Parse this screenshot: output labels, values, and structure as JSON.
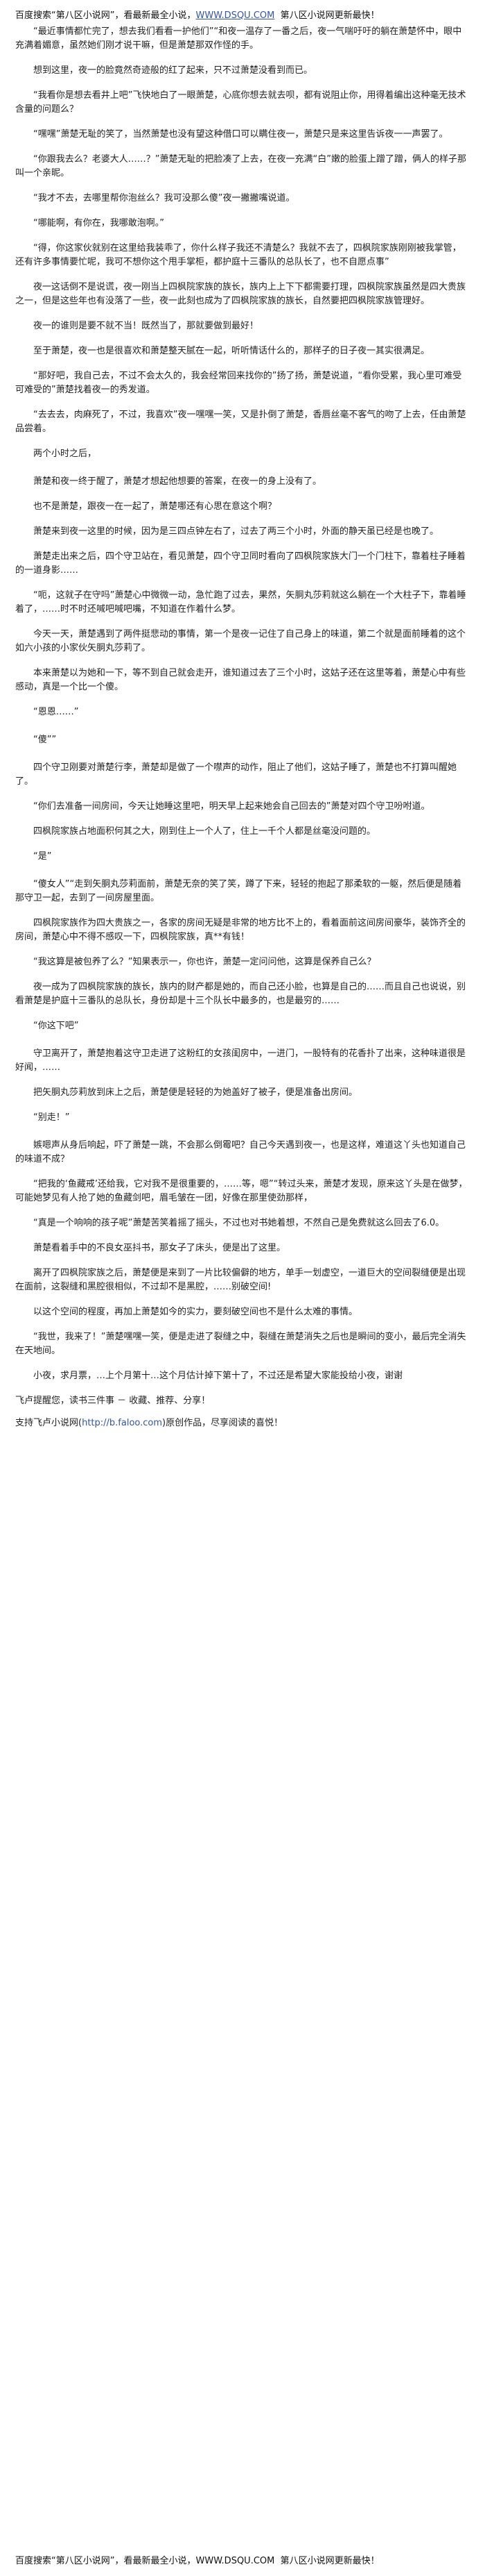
{
  "top_banner": {
    "prefix": "百度搜索“第八区小说网”，看最新最全小说，",
    "domain": "WWW.DSQU.COM",
    "suffix": "第八区小说网更新最快！"
  },
  "paragraphs": [
    "“最近事情都忙完了，想去我们看看一护他们”“和夜一温存了一番之后，夜一气喘吁吁的躺在萧楚怀中，眼中充满着媚意，虽然她们刚才说干嘛，但是萧楚那双作怪的手。",
    "想到这里，夜一的脸竟然奇迹般的红了起来，只不过萧楚没看到而已。",
    "“我看你是想去看井上吧”飞快地白了一眼萧楚，心底你想去就去呗，都有说阻止你，用得着编出这种毫无技术含量的问题么？",
    "“嘿嘿”萧楚无耻的笑了，当然萧楚也没有望这种借口可以瞒住夜一，萧楚只是来这里告诉夜一一声罢了。",
    "“你跟我去么？老婆大人……？”萧楚无耻的把脸凑了上去，在夜一充满“白”嫩的脸蛋上蹭了蹭，俩人的样子那叫一个亲昵。",
    "“我才不去，去哪里帮你泡丝么？我可没那么傻”夜一撇撇嘴说道。",
    "“哪能啊，有你在，我哪敢泡啊。”",
    "“得，你这家伙就别在这里给我装乖了，你什么样子我还不清楚么？我就不去了，四枫院家族刚刚被我掌管，还有许多事情要忙呢，我可不想你这个甩手掌柜，都护庭十三番队的总队长了，也不自愿点事”",
    "夜一这话倒不是说谎，夜一刚当上四枫院家族的族长，族内上上下下都需要打理，四枫院家族虽然是四大贵族之一，但是这些年也有没落了一些，夜一此刻也成为了四枫院家族的族长，自然要把四枫院家族管理好。",
    "夜一的谁则是要不就不当！既然当了，那就要做到最好！",
    "至于萧楚，夜一也是很喜欢和萧楚整天腻在一起，听听情话什么的，那样子的日子夜一其实很满足。",
    "“那好吧，我自己去，不过不会太久的，我会经常回来找你的”扬了扬，萧楚说道，“看你受累，我心里可难受可难受的”萧楚找着夜一的秀发道。",
    "“去去去，肉麻死了，不过，我喜欢”夜一嘿嘿一笑，又是扑倒了萧楚，香唇丝毫不客气的吻了上去，任由萧楚品尝着。",
    "两个小时之后，",
    "萧楚和夜一终于醒了，萧楚才想起他想要的答案，在夜一的身上没有了。",
    "也不是萧楚，跟夜一在一起了，萧楚哪还有心思在意这个啊？",
    "萧楚来到夜一这里的时候，因为是三四点钟左右了，过去了两三个小时，外面的静天虽已经是也晚了。",
    "萧楚走出来之后，四个守卫站在，看见萧楚，四个守卫同时看向了四枫院家族大门一个门柱下，靠着柱子睡着的一道身影……",
    "“呃，这就子在守吗”萧楚心中微微一动，急忙跑了过去，果然，矢胴丸莎莉就这么躺在一个大柱子下，靠着睡着了，……时不时还喊吧喊吧嘴，不知道在作着什么梦。",
    "今天一天，萧楚遇到了两件挺悲动的事情，第一个是夜一记住了自己身上的味道，第二个就是面前睡着的这个如六小孩的小家伙矢胴丸莎莉了。",
    "本来萧楚以为她和一下，等不到自己就会走开，谁知道过去了三个小时，这姑子还在这里等着，萧楚心中有些感动，真是一个比一个傻。",
    "“恩恩……”",
    "“傻””",
    "四个守卫刚要对萧楚行李，萧楚却是做了一个噤声的动作，阻止了他们，这姑子睡了，萧楚也不打算叫醒她了。",
    "“你们去准备一间房间，今天让她睡这里吧，明天早上起来她会自己回去的”萧楚对四个守卫吩咐道。",
    "四枫院家族占地面积何其之大，刚到住上一个人了，住上一千个人都是丝毫没问题的。",
    "“是”",
    "“傻女人”“走到矢胴丸莎莉面前，萧楚无奈的笑了笑，蹲了下来，轻轻的抱起了那柔软的一躯，然后便是随着那守卫一起，去到了一间房屋里面。",
    "四枫院家族作为四大贵族之一，各家的房间无疑是非常的地方比不上的，看着面前这间房间豪华，装饰齐全的房间，萧楚心中不得不感叹一下，四枫院家族，真**有钱！",
    "“我这算是被包养了么？”知果表示一，你也许，萧楚一定问问他，这算是保养自己么？",
    "夜一成为了四枫院家族的族长，族内的财产都是她的，而自己还小脸，也算是自己的……而且自己也说说，别看萧楚是护庭十三番队的总队长，身份却是十三个队长中最多的，也是最穷的……",
    "“你这下吧”",
    "守卫离开了，萧楚抱着这守卫走进了这粉红的女孩闺房中，一进门，一股特有的花香扑了出来，这种味道很是好闻，……",
    "把矢胴丸莎莉放到床上之后，萧楚便是轻轻的为她盖好了被子，便是准备出房间。",
    "“别走！”",
    "嫉嗯声从身后响起，吓了萧楚一跳，不会那么倒霉吧？自己今天遇到夜一，也是这样，难道这丫头也知道自己的味道不成？",
    "“把我的‘鱼藏戒’还给我，它对我不是很重要的，……等，嗯”“转过头来，萧楚才发现，原来这丫头是在做梦，可能她梦见有人抢了她的鱼藏剑吧，眉毛皱在一团，好像在那里使劲那样，",
    "“真是一个响响的孩子呢”萧楚苦笑着摇了摇头，不过也对书她着想，不然自己是免费就这么回去了6.0。",
    "萧楚看着手中的不良女巫抖书，那女子了床头，便是出了这里。",
    "离开了四枫院家族之后，萧楚便是来到了一片比较偏僻的地方，单手一划虚空，一道巨大的空间裂缝便是出现在面前，这裂缝和黑腔很相似，不过却不是黑腔，……别破空间!",
    "以这个空间的程度，再加上萧楚如今的实力，要刻破空间也不是什么太难的事情。",
    "“我世，我来了！”萧楚嘿嘿一笑，便是走进了裂缝之中，裂缝在萧楚消失之后也是瞬间的变小，最后完全消失在天地间。",
    "小夜，求月票，…上个月第十…这个月估计掉下第十了，不过还是希望大家能投给小夜，谢谢"
  ],
  "footer": {
    "note": "飞卢提醒您，读书三件事 － 收藏、推荐、分享！",
    "support_prefix": "支持飞卢小说网(",
    "support_link": "http://b.faloo.com",
    "support_suffix": ")原创作品，尽享阅读的喜悦！"
  },
  "bottom_banner": {
    "prefix": "百度搜索“第八区小说网”，看最新最全小说，",
    "domain": "WWW.DSQU.COM",
    "suffix": "第八区小说网更新最快！"
  }
}
